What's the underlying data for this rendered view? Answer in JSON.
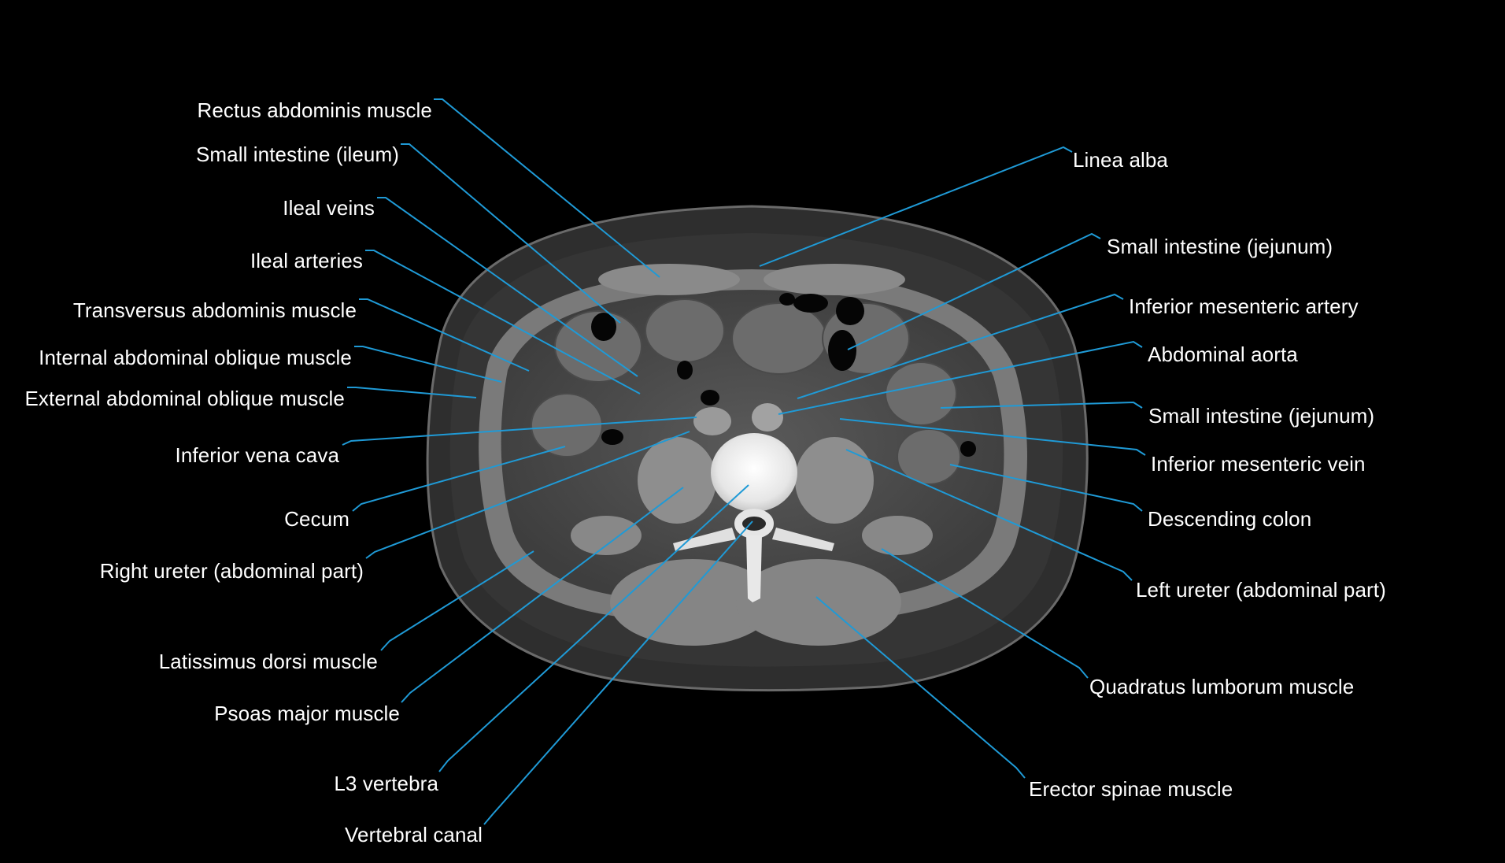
{
  "colors": {
    "background": "#000000",
    "label_text": "#ffffff",
    "leader_line": "#1f9ad6"
  },
  "labels": {
    "rectus_abdominis": "Rectus abdominis muscle",
    "small_intestine_ileum": "Small intestine (ileum)",
    "ileal_veins": "Ileal veins",
    "ileal_arteries": "Ileal arteries",
    "transversus_abdominis": "Transversus abdominis muscle",
    "internal_oblique": "Internal abdominal oblique muscle",
    "external_oblique": "External abdominal oblique muscle",
    "inferior_vena_cava": "Inferior vena cava",
    "cecum": "Cecum",
    "right_ureter": "Right ureter (abdominal part)",
    "latissimus_dorsi": "Latissimus dorsi muscle",
    "psoas_major": "Psoas major muscle",
    "l3_vertebra": "L3 vertebra",
    "vertebral_canal": "Vertebral canal",
    "linea_alba": "Linea alba",
    "small_intestine_jejunum_upper": "Small intestine (jejunum)",
    "inferior_mesenteric_artery": "Inferior mesenteric artery",
    "abdominal_aorta": "Abdominal aorta",
    "small_intestine_jejunum_lower": "Small intestine (jejunum)",
    "inferior_mesenteric_vein": "Inferior mesenteric vein",
    "descending_colon": "Descending colon",
    "left_ureter": "Left ureter (abdominal part)",
    "quadratus_lumborum": "Quadratus lumborum muscle",
    "erector_spinae": "Erector spinae muscle"
  }
}
